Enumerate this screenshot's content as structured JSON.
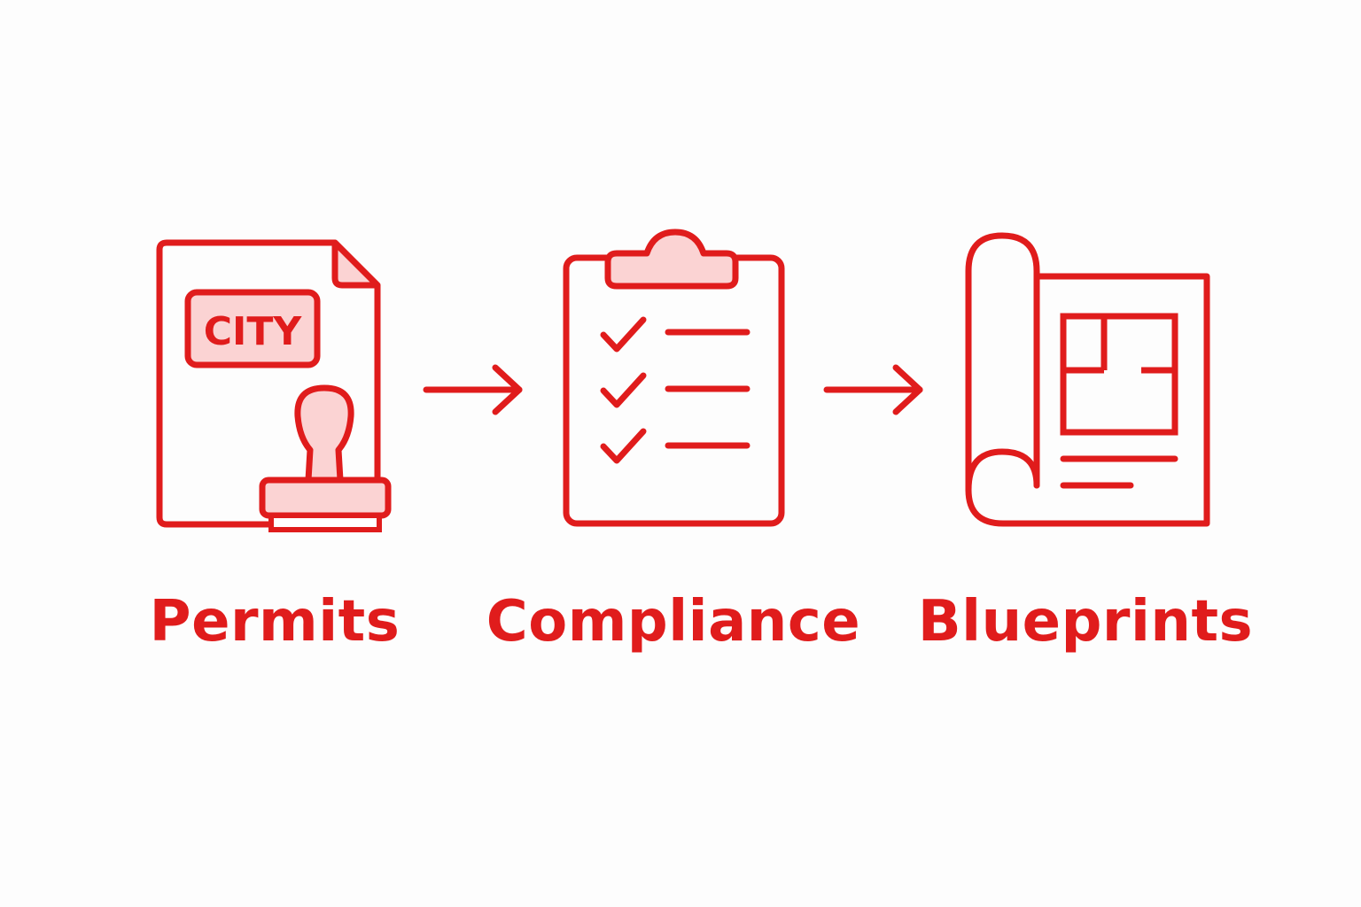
{
  "colors": {
    "stroke": "#e01c1c",
    "fill_light": "#fbd3d3",
    "background": "#fdfdfd"
  },
  "steps": [
    {
      "label": "Permits",
      "icon": "permit-document-stamp-icon",
      "badge_text": "CITY"
    },
    {
      "label": "Compliance",
      "icon": "checklist-clipboard-icon"
    },
    {
      "label": "Blueprints",
      "icon": "blueprint-scroll-icon"
    }
  ],
  "connectors": [
    {
      "icon": "arrow-right-icon"
    },
    {
      "icon": "arrow-right-icon"
    }
  ]
}
